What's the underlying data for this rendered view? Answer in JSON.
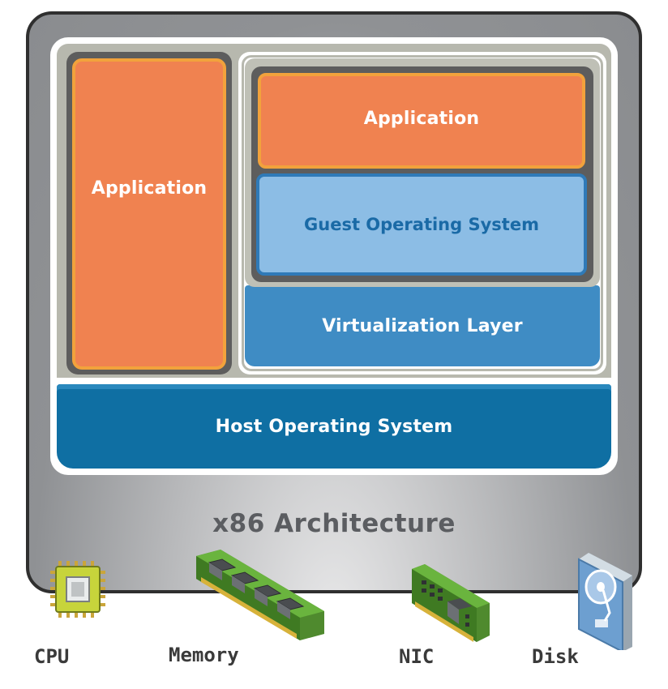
{
  "diagram": {
    "application_left": "Application",
    "application_vm": "Application",
    "guest_os": "Guest Operating System",
    "virtualization_layer": "Virtualization Layer",
    "host_os": "Host Operating System",
    "architecture": "x86 Architecture"
  },
  "hardware": [
    {
      "label": "CPU",
      "icon": "cpu-chip-icon"
    },
    {
      "label": "Memory",
      "icon": "memory-module-icon"
    },
    {
      "label": "NIC",
      "icon": "network-card-icon"
    },
    {
      "label": "Disk",
      "icon": "hard-disk-icon"
    }
  ],
  "colors": {
    "application": "#f08250",
    "guest_os": "#8cbde5",
    "virtualization_layer": "#3f8cc4",
    "host_os": "#0f6fa3",
    "architecture": "#a9abae"
  }
}
